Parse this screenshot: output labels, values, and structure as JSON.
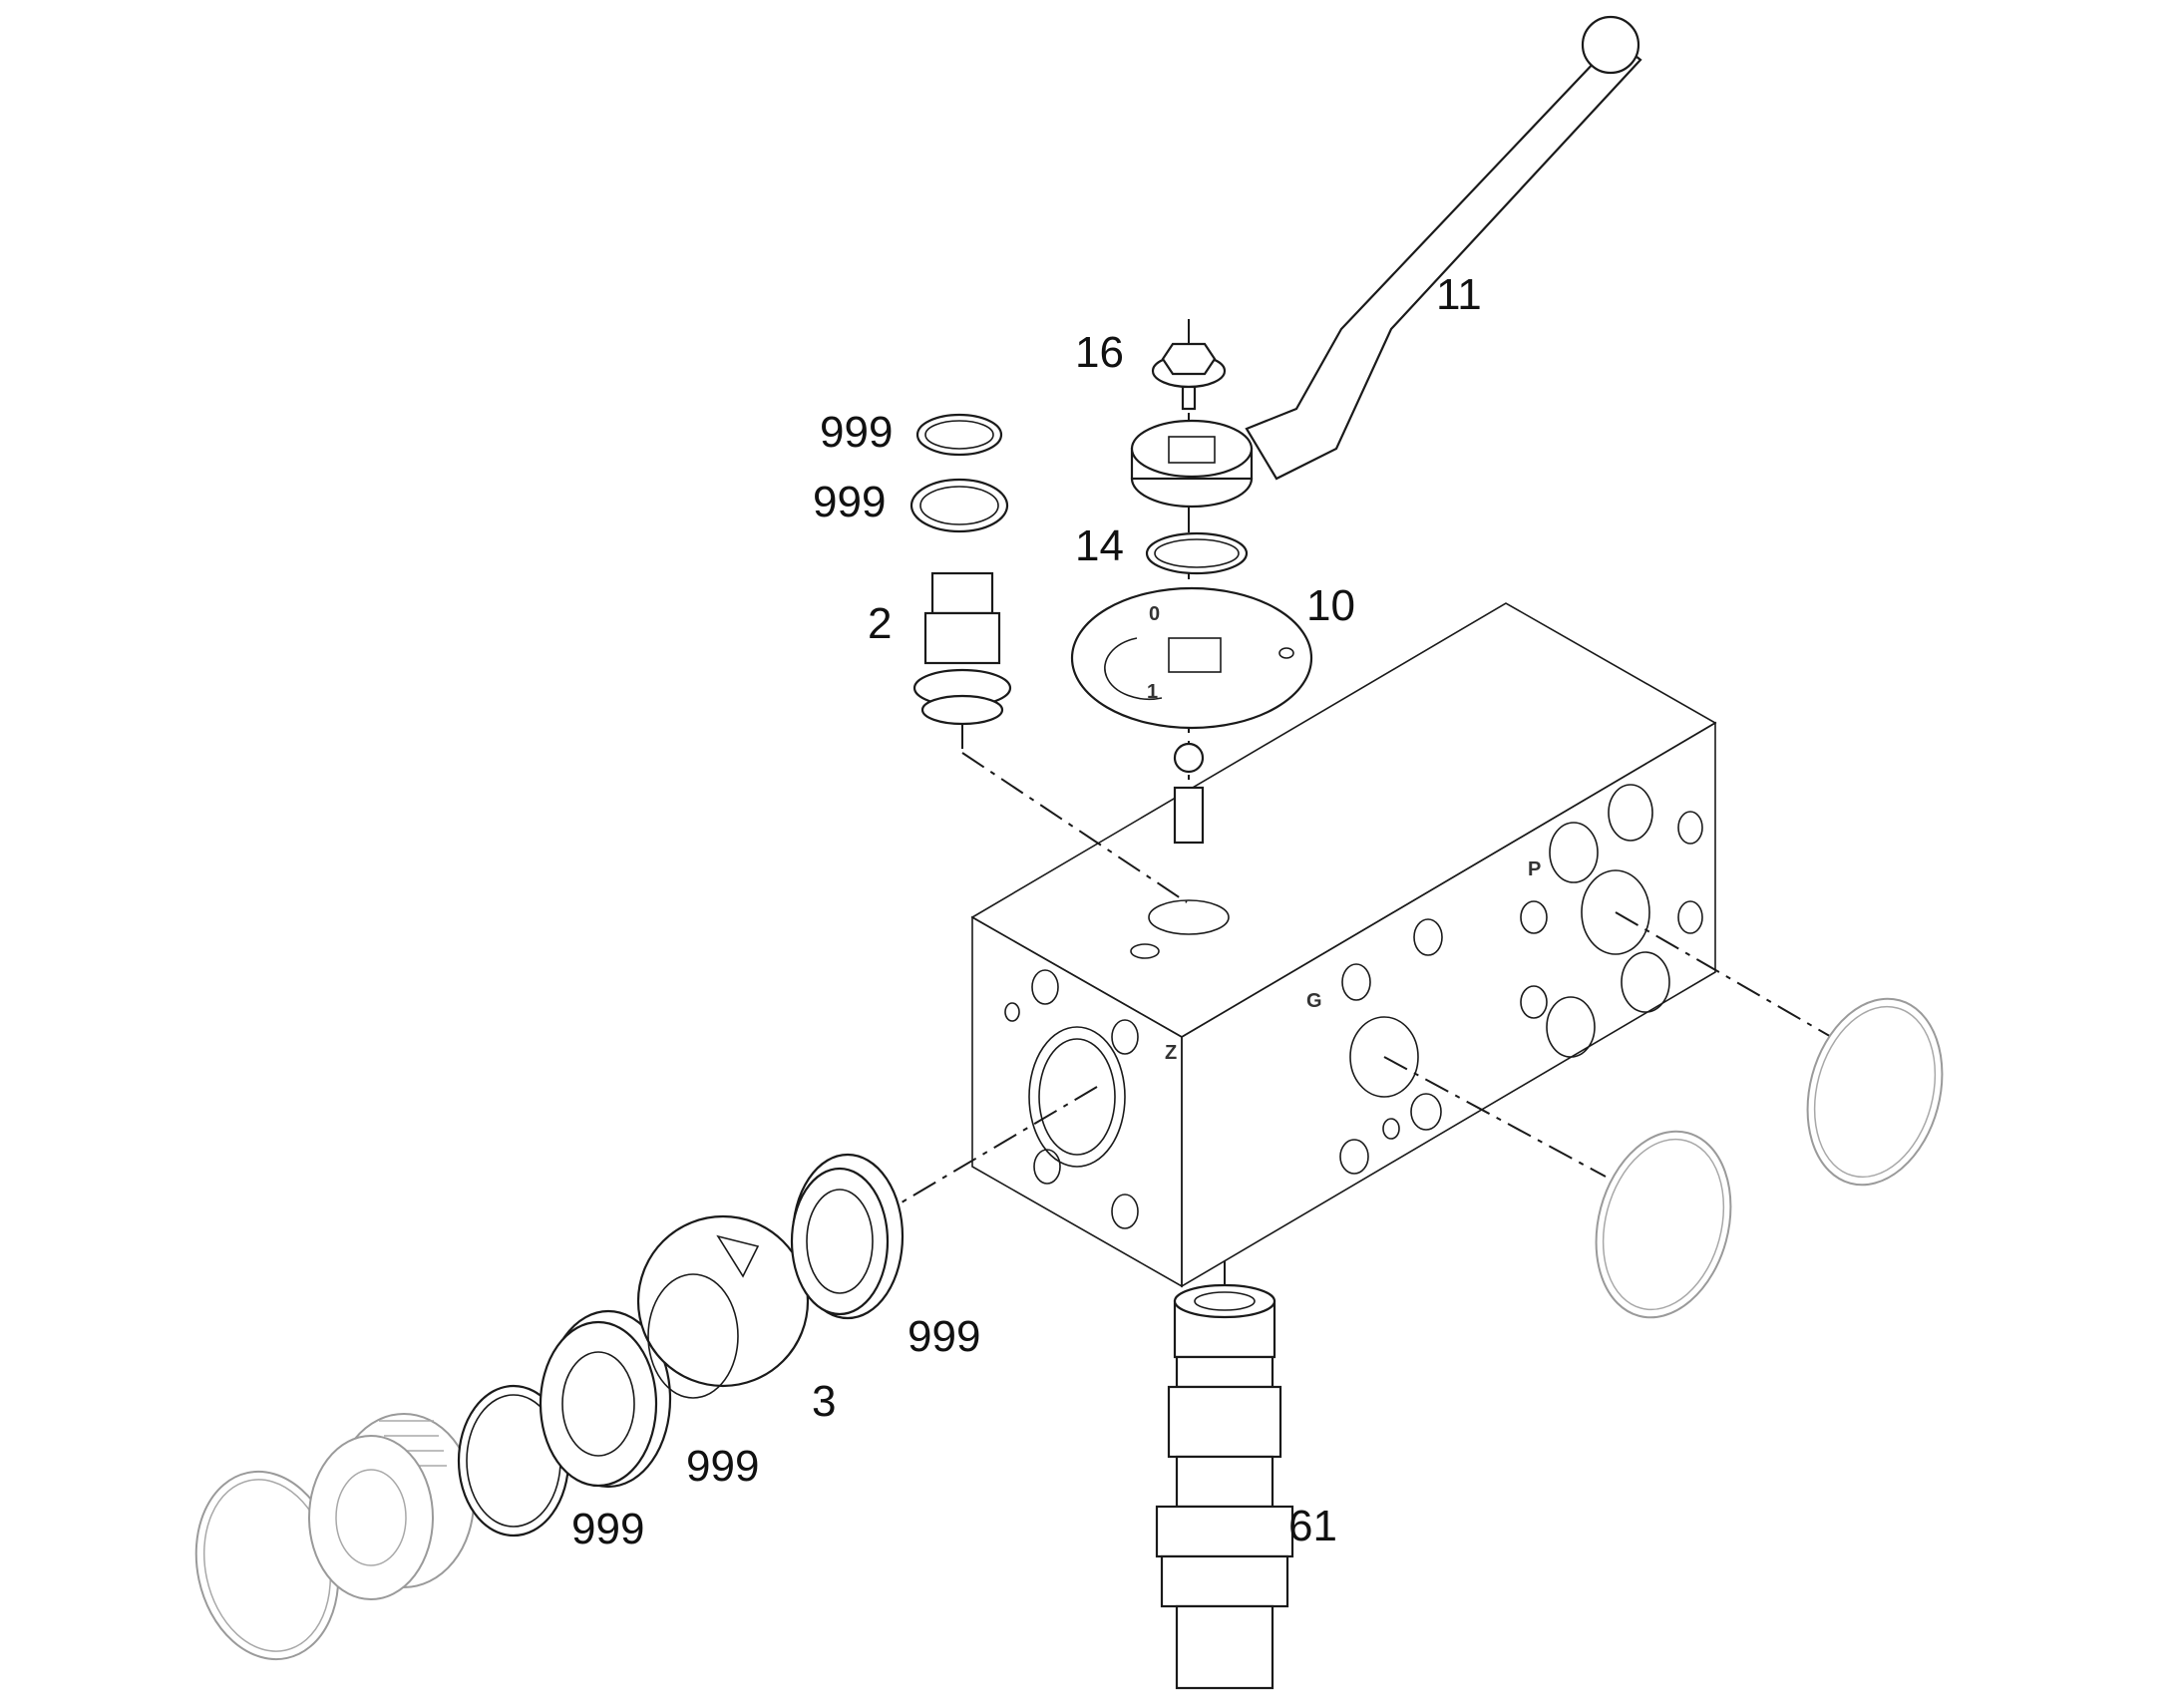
{
  "diagram": {
    "callouts": [
      {
        "id": "callout-11",
        "text": "11"
      },
      {
        "id": "callout-16",
        "text": "16"
      },
      {
        "id": "callout-999-a",
        "text": "999"
      },
      {
        "id": "callout-999-b",
        "text": "999"
      },
      {
        "id": "callout-14",
        "text": "14"
      },
      {
        "id": "callout-10",
        "text": "10"
      },
      {
        "id": "callout-2",
        "text": "2"
      },
      {
        "id": "callout-999-c",
        "text": "999"
      },
      {
        "id": "callout-3",
        "text": "3"
      },
      {
        "id": "callout-999-d",
        "text": "999"
      },
      {
        "id": "callout-999-e",
        "text": "999"
      },
      {
        "id": "callout-61",
        "text": "61"
      }
    ],
    "body_marks": {
      "p": "P",
      "g": "G",
      "z": "Z"
    },
    "plate_marks": {
      "zero": "0",
      "one": "1"
    }
  }
}
